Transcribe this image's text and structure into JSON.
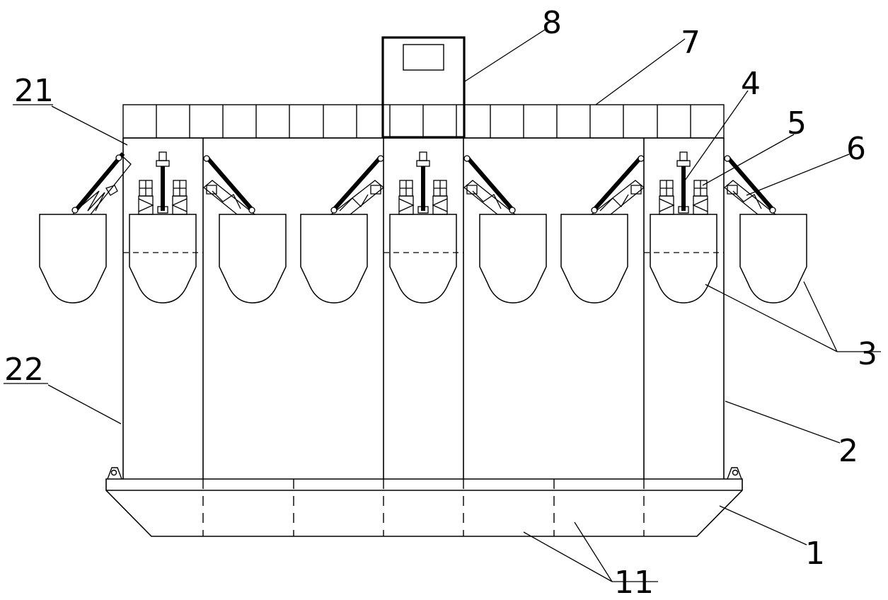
{
  "labels": {
    "l1": "1",
    "l2": "2",
    "l3": "3",
    "l4": "4",
    "l5": "5",
    "l6": "6",
    "l7": "7",
    "l8": "8",
    "l11": "11",
    "l21": "21",
    "l22": "22"
  },
  "colors": {
    "line": "#000000",
    "background": "#ffffff"
  }
}
